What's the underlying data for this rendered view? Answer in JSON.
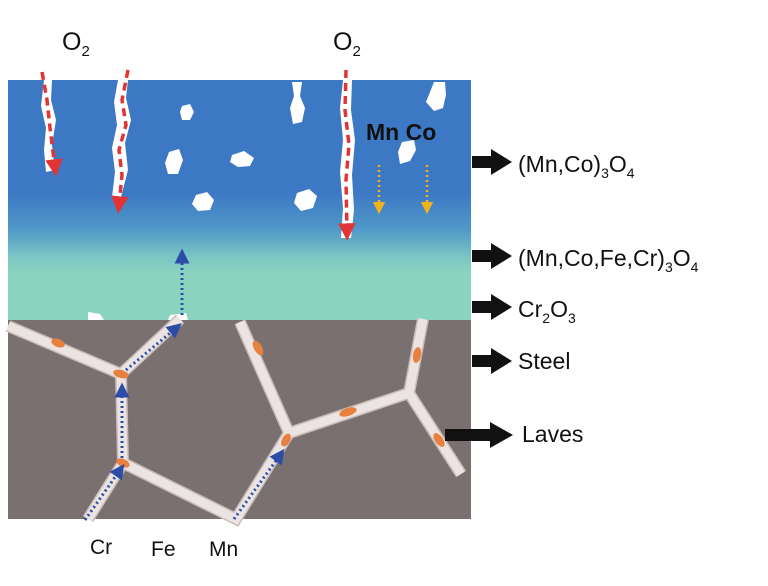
{
  "oxygen_labels": [
    {
      "base": "O",
      "sub": "2"
    },
    {
      "base": "O",
      "sub": "2"
    }
  ],
  "inner_label": "Mn Co",
  "layer_labels": [
    {
      "parts": [
        [
          "t",
          "(Mn,Co)"
        ],
        [
          "s",
          "3"
        ],
        [
          "t",
          "O"
        ],
        [
          "s",
          "4"
        ]
      ]
    },
    {
      "parts": [
        [
          "t",
          "(Mn,Co,Fe,Cr)"
        ],
        [
          "s",
          "3"
        ],
        [
          "t",
          "O"
        ],
        [
          "s",
          "4"
        ]
      ]
    },
    {
      "parts": [
        [
          "t",
          "Cr"
        ],
        [
          "s",
          "2"
        ],
        [
          "t",
          "O"
        ],
        [
          "s",
          "3"
        ]
      ]
    },
    {
      "parts": [
        [
          "t",
          "Steel"
        ]
      ]
    },
    {
      "parts": [
        [
          "t",
          "Laves"
        ]
      ]
    }
  ],
  "bottom_labels": [
    "Cr",
    "Fe",
    "Mn"
  ],
  "colors": {
    "coating_blue": "#3d78c4",
    "interlayer_teal": "#8ad3bf",
    "steel_gray": "#7b7070",
    "grain_boundary": "#ece4e2",
    "laves_orange": "#e8813f",
    "oxygen_path_red": "#e23434",
    "diffusion_blue": "#2d4ca8",
    "mnco_yellow": "#f2b21e",
    "arrow_black": "#111111"
  }
}
